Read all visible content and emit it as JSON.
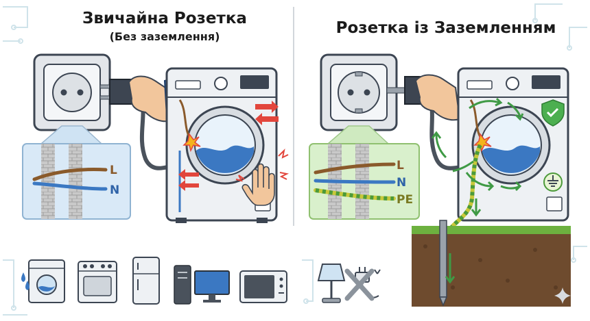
{
  "left_panel": {
    "title": "Звичайна Розетка",
    "subtitle": "(Без заземлення)",
    "wire_labels": [
      "L",
      "N"
    ]
  },
  "right_panel": {
    "title": "Розетка із Заземленням",
    "wire_labels": [
      "L",
      "N",
      "PE"
    ]
  },
  "colors": {
    "line_wire": "#8a5a2b",
    "neutral_wire": "#3b78c2",
    "earth_wire": "#c8c83a",
    "earth_stripe": "#4c9a3a",
    "danger_arrow": "#e2463c",
    "safe_arrow": "#3f9a45",
    "outline": "#3c4552",
    "wall_inset_left": "#d9e9f7",
    "wall_inset_right": "#d9f0cc",
    "soil": "#6e4b2e",
    "grass": "#6db13f"
  },
  "icons": {
    "bottom_left": [
      "washing-machine-water-icon",
      "oven-icon",
      "refrigerator-icon",
      "computer-icon",
      "microwave-icon"
    ],
    "bottom_right": [
      "lamp-icon",
      "no-plug-icon"
    ],
    "status": [
      "shield-check-icon",
      "ground-symbol-icon",
      "sparkle-icon"
    ]
  }
}
